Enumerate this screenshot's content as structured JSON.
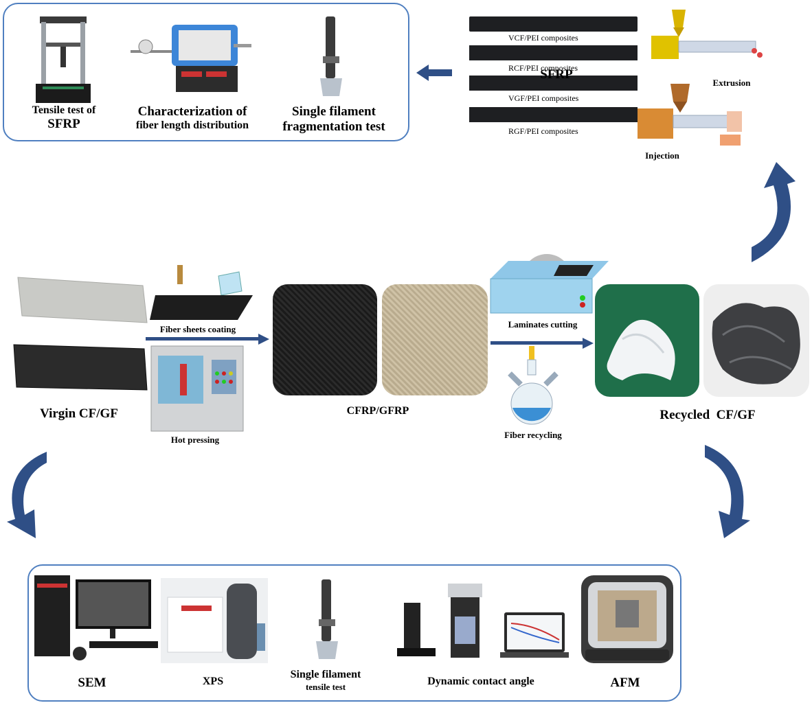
{
  "top_panel": {
    "items": [
      {
        "line1": "Tensile test of",
        "line2": "SFRP"
      },
      {
        "line1": "Characterization of",
        "line2": "fiber length distribution"
      },
      {
        "line1": "Single filament",
        "line2": "fragmentation test"
      }
    ]
  },
  "sfrp": {
    "title": "SFRP",
    "specimens": [
      "VCF/PEI composites",
      "RCF/PEI composites",
      "VGF/PEI composites",
      "RGF/PEI composites"
    ],
    "extrusion": "Extrusion",
    "injection": "Injection"
  },
  "middle": {
    "virgin": "Virgin CF/GF",
    "coating": "Fiber sheets coating",
    "hot_pressing": "Hot pressing",
    "laminates": "CFRP/GFRP",
    "cutting": "Laminates cutting",
    "recycling": "Fiber recycling",
    "recycled": "Recycled  CF/GF"
  },
  "bottom_panel": {
    "items": [
      {
        "line1": "SEM",
        "line2": ""
      },
      {
        "line1": "XPS",
        "line2": ""
      },
      {
        "line1": "Single filament",
        "line2": "tensile test"
      },
      {
        "line1": "Dynamic contact angle",
        "line2": ""
      },
      {
        "line1": "AFM",
        "line2": ""
      }
    ]
  },
  "colors": {
    "box_border": "#4f7fc0",
    "arrow": "#2f4f86",
    "strip": "#1e1f22",
    "green_bg": "#1f6f4a"
  }
}
